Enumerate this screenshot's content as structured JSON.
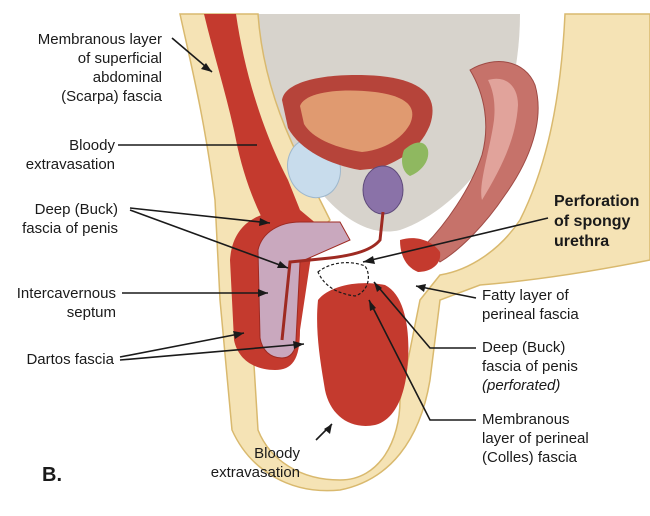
{
  "panel_label": "B.",
  "labels": {
    "scarpa": [
      "Membranous layer",
      "of superficial",
      "abdominal",
      "(Scarpa) fascia"
    ],
    "bloody_top": [
      "Bloody",
      "extravasation"
    ],
    "buck": [
      "Deep (Buck)",
      "fascia of penis"
    ],
    "septum": [
      "Intercavernous",
      "septum"
    ],
    "dartos": [
      "Dartos fascia"
    ],
    "perforation": [
      "Perforation",
      "of spongy",
      "urethra"
    ],
    "fatty": [
      "Fatty layer of",
      "perineal fascia"
    ],
    "buck_perf": [
      "Deep (Buck)",
      "fascia of penis",
      "(perforated)"
    ],
    "colles": [
      "Membranous",
      "layer of perineal",
      "(Colles) fascia"
    ],
    "bloody_bottom": [
      "Bloody",
      "extravasation"
    ]
  },
  "colors": {
    "skin": "#f5e3b5",
    "skin_edge": "#d9b96e",
    "blood": "#c43a2e",
    "blood_dark": "#9e2a22",
    "bladder_wall": "#b6443a",
    "bladder_inner": "#e09a70",
    "pelvis_gray": "#d7d3cc",
    "symphysis": "#c8dcec",
    "penis_tissue": "#c9a8be",
    "prostate": "#8a72a8",
    "seminal": "#8fb860",
    "rectum": "#c6726a",
    "line": "#1a1a1a"
  }
}
